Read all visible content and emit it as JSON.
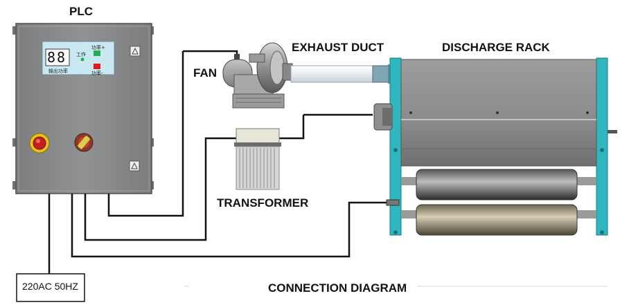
{
  "labels": {
    "plc": "PLC",
    "fan": "FAN",
    "exhaust_duct": "EXHAUST DUCT",
    "discharge_rack": "DISCHARGE RACK",
    "transformer": "TRANSFORMER",
    "power_supply": "220AC 50HZ",
    "caption": "CONNECTION DIAGRAM"
  },
  "panel_display": {
    "digits": "88",
    "work_label": "工作",
    "power_up_label": "功率+",
    "power_down_label": "功率-",
    "output_power_label": "输出功率"
  },
  "colors": {
    "cabinet": "#8a8c8e",
    "rack_frame": "#2fb7bf",
    "display_bg": "#c9e8f2",
    "led_green": "#22b04a",
    "led_red": "#e01b1b",
    "wire": "#111111"
  }
}
